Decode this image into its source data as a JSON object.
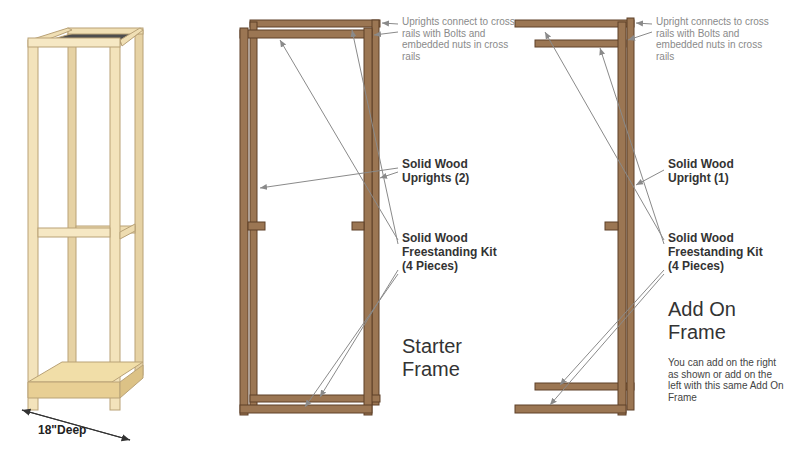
{
  "diagram": {
    "labels": [
      "18\"Deep",
      "Uprights connect to cross rails with Bolts and embedded nuts in cross rails",
      "Solid Wood Uprights (2)",
      "Solid Wood Freestanding Kit (4 Pieces)",
      "Starter Frame",
      "Upright connects to cross rails with Bolts and embedded nuts in cross rails",
      "Solid Wood Upright (1)",
      "Solid Wood Freestanding Kit (4 Pieces)",
      "Add On Frame",
      "You can add on the right as shown or add on the left with this same Add On Frame"
    ]
  }
}
